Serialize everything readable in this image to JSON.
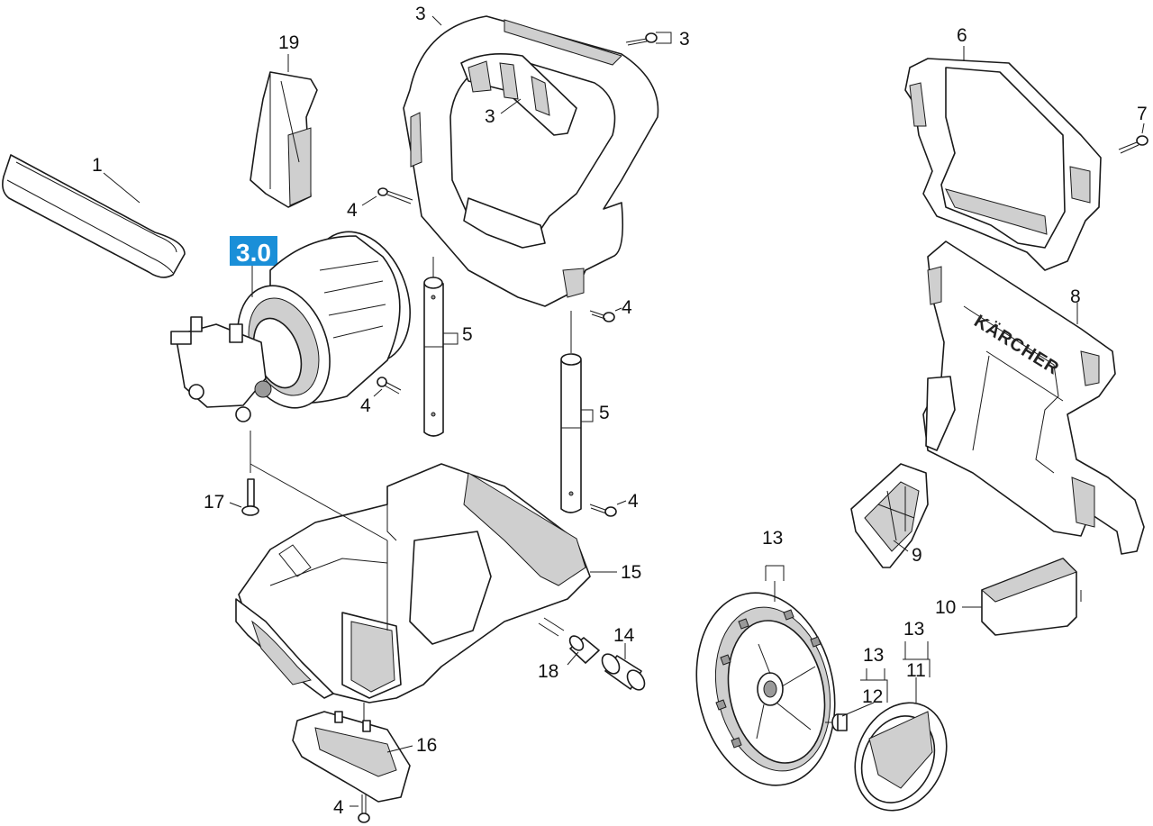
{
  "diagram": {
    "highlight_color": "#1a8fd8",
    "assembly_badge": "3.0",
    "brand_text": "KÄRCHER",
    "labels": {
      "p1": "1",
      "p3a": "3",
      "p3b": "3",
      "p3c": "3",
      "p4a": "4",
      "p4b": "4",
      "p4c": "4",
      "p4d": "4",
      "p4e": "4",
      "p5a": "5",
      "p5b": "5",
      "p6": "6",
      "p7": "7",
      "p8": "8",
      "p9": "9",
      "p10": "10",
      "p11": "11",
      "p12": "12",
      "p13a": "13",
      "p13b": "13",
      "p13c": "13",
      "p14": "14",
      "p15": "15",
      "p16": "16",
      "p17": "17",
      "p18": "18",
      "p19": "19"
    }
  }
}
